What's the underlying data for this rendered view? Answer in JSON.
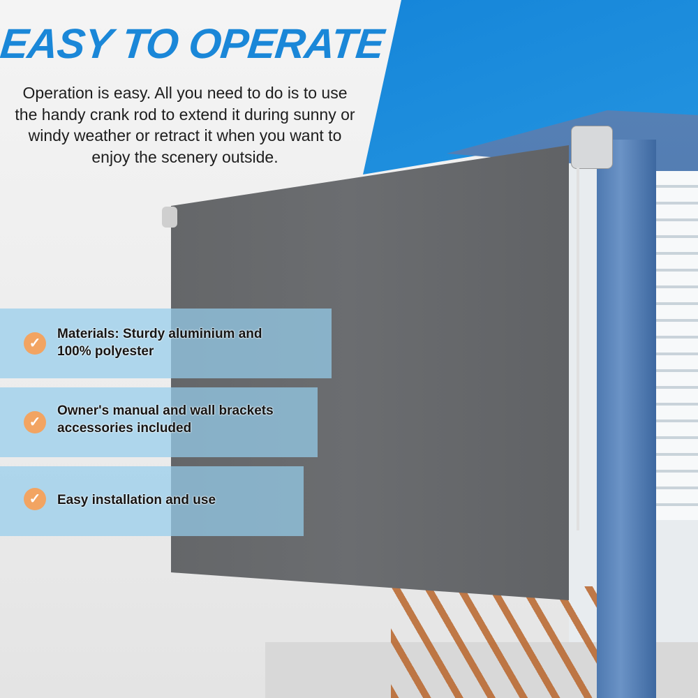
{
  "headline": "EASY TO OPERATE",
  "intro": "Operation is easy. All you need to do is to use the handy crank rod to extend it during sunny or windy weather or retract it when you want to enjoy the scenery outside.",
  "features": [
    {
      "icon": "check-circle-icon",
      "text": "Materials: Sturdy aluminium and 100% polyester"
    },
    {
      "icon": "check-circle-icon",
      "text": "Owner's manual and wall brackets accessories included"
    },
    {
      "icon": "check-circle-icon",
      "text": "Easy installation and use"
    }
  ],
  "colors": {
    "headline": "#1a87d8",
    "check": "#f2a462",
    "band": "#96cdeb",
    "shade": "#646668",
    "pergola": "#4e79b0"
  }
}
